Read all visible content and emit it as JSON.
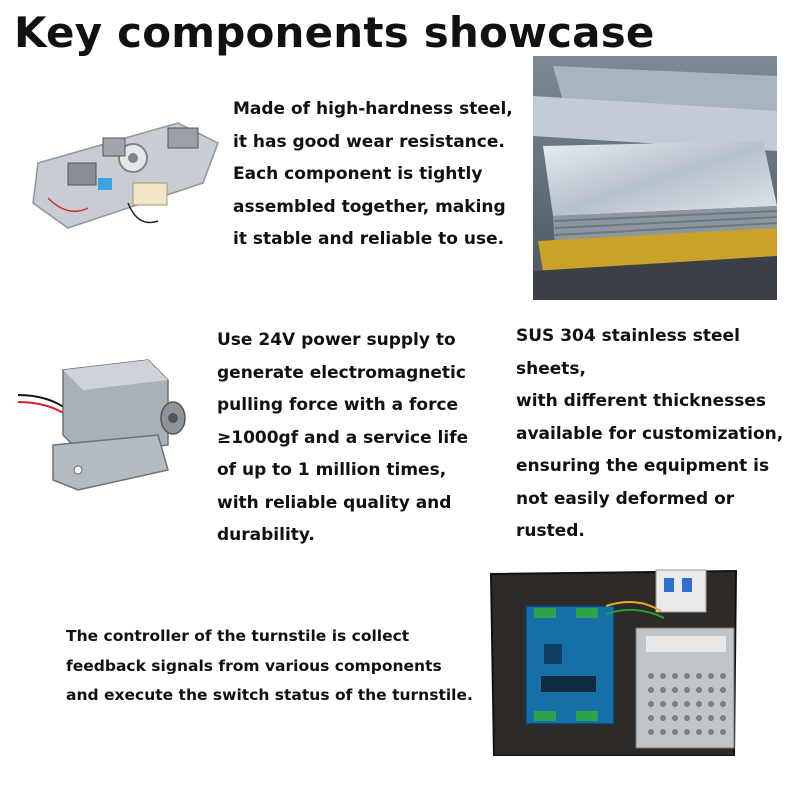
{
  "title": "Key components showcase",
  "sections": [
    {
      "text": "Made of high-hardness steel,\nit has good wear resistance.\nEach component is tightly\nassembled together, making\nit stable and reliable to use.",
      "image": "turnstile-mechanism-assembly-photo"
    },
    {
      "text": "Use 24V power supply to\ngenerate electromagnetic\npulling force with a force\n≥1000gf and a service life\nof up to 1 million times,\nwith reliable quality and\ndurability.",
      "image": "electromagnet-solenoid-photo"
    },
    {
      "text": "SUS 304 stainless steel sheets,\n with different thicknesses\navailable for customization,\nensuring the equipment is\nnot easily deformed or rusted.",
      "image": "stainless-steel-sheets-photo"
    },
    {
      "text": "The controller of the turnstile is collect\nfeedback signals from various components\nand execute the switch status of the turnstile.",
      "image": "turnstile-controller-box-photo"
    }
  ]
}
